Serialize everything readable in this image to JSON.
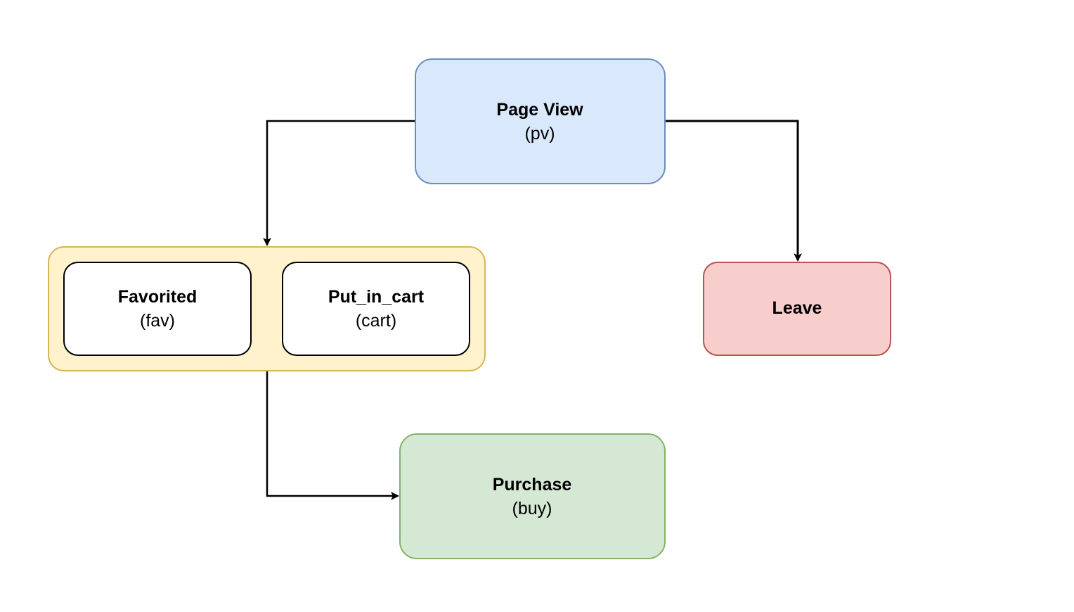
{
  "nodes": {
    "page_view": {
      "title": "Page View",
      "subtitle": "(pv)"
    },
    "favorited": {
      "title": "Favorited",
      "subtitle": "(fav)"
    },
    "put_in_cart": {
      "title": "Put_in_cart",
      "subtitle": "(cart)"
    },
    "leave": {
      "title": "Leave"
    },
    "purchase": {
      "title": "Purchase",
      "subtitle": "(buy)"
    }
  },
  "colors": {
    "page_view_fill": "#dae8fc",
    "page_view_stroke": "#6c8ebf",
    "group_fill": "#fff2cc",
    "group_stroke": "#d6b656",
    "inner_fill": "#ffffff",
    "inner_stroke": "#000000",
    "leave_fill": "#f8cecc",
    "leave_stroke": "#b85450",
    "purchase_fill": "#d5e8d4",
    "purchase_stroke": "#82b366",
    "edge": "#000000"
  }
}
